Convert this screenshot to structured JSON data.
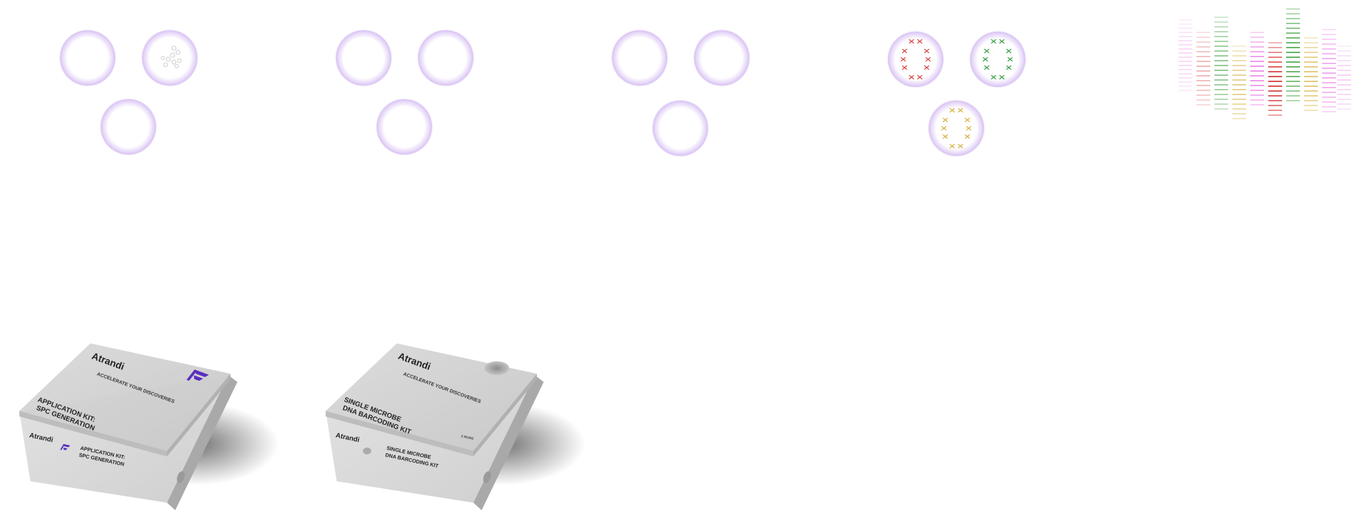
{
  "colors": {
    "bead_ring": "#8e53d8",
    "bead_glow": "#b88ee9",
    "marker_red": "#d94b4b",
    "marker_green": "#3fa34a",
    "marker_gold": "#d9b24a",
    "gel_pink": "#e86ae0",
    "gel_red": "#d63a3a",
    "gel_green": "#3a9f3a",
    "gel_gold": "#d7b342",
    "box_top": "#d2d2d2",
    "box_side": "#bcbcbc",
    "brand_purple": "#5a2fbf"
  },
  "icons": {
    "bead": "bead-icon",
    "x_marker": "x-marker-icon",
    "brand_logo": "atrandi-logo-icon",
    "gel": "gel-electrophoresis-icon"
  },
  "kits": [
    {
      "brand": "Atrandi",
      "tagline": "ACCELERATE YOUR DISCOVERIES",
      "title_line1": "APPLICATION KIT:",
      "title_line2": "SPC GENERATION",
      "side_brand": "Atrandi",
      "side_title_line1": "APPLICATION KIT:",
      "side_title_line2": "SPC GENERATION",
      "runs": ""
    },
    {
      "brand": "Atrandi",
      "tagline": "ACCELERATE YOUR DISCOVERIES",
      "title_line1": "SINGLE MICROBE",
      "title_line2": "DNA BARCODING KIT",
      "side_brand": "Atrandi",
      "side_title_line1": "SINGLE MICROBE",
      "side_title_line2": "DNA BARCODING KIT",
      "runs": "2 RUNS"
    }
  ]
}
